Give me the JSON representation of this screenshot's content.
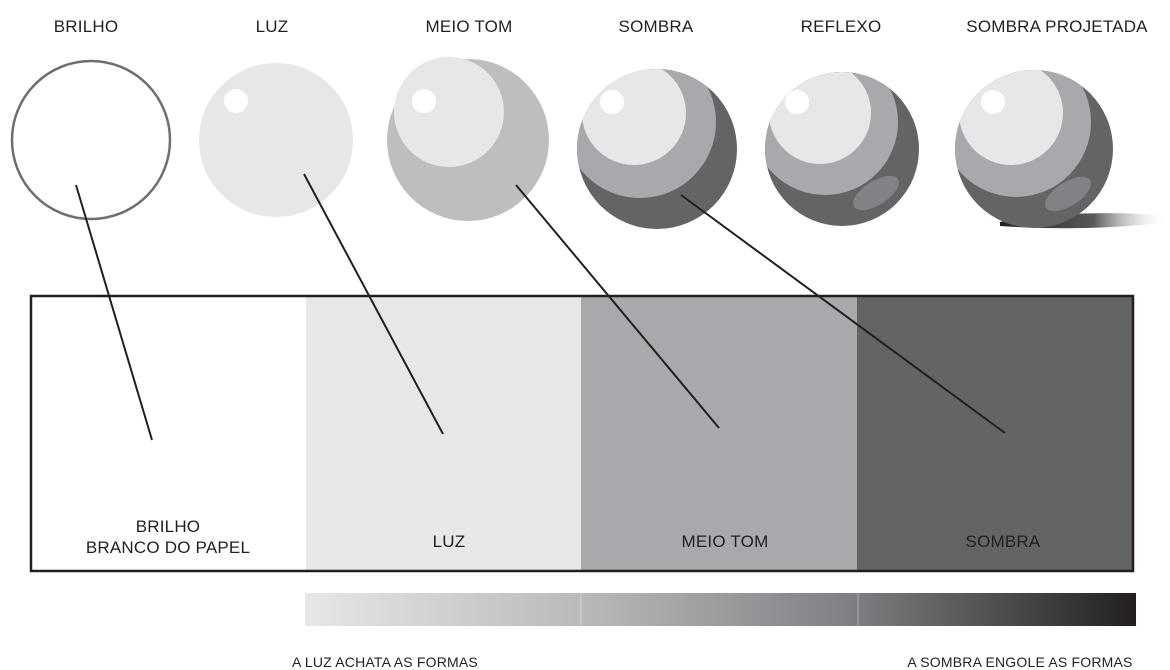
{
  "spheres": [
    {
      "id": "brilho",
      "label": "BRILHO"
    },
    {
      "id": "luz",
      "label": "LUZ"
    },
    {
      "id": "meio-tom",
      "label": "MEIO TOM"
    },
    {
      "id": "sombra",
      "label": "SOMBRA"
    },
    {
      "id": "reflexo",
      "label": "REFLEXO"
    },
    {
      "id": "sombra-projetada",
      "label": "SOMBRA PROJETADA"
    }
  ],
  "panels": [
    {
      "id": "brilho",
      "line1": "BRILHO",
      "line2": "BRANCO DO PAPEL",
      "color": "#ffffff"
    },
    {
      "id": "luz",
      "line1": "LUZ",
      "color": "#e6e7e8"
    },
    {
      "id": "meio-tom",
      "line1": "MEIO TOM",
      "color": "#a7a9ac"
    },
    {
      "id": "sombra",
      "line1": "SOMBRA",
      "color": "#636466"
    }
  ],
  "gradient_bar": {
    "left_caption": "A LUZ ACHATA AS FORMAS",
    "right_caption": "A SOMBRA ENGOLE AS FORMAS",
    "start_color": "#e6e7e8",
    "end_color": "#231f20"
  },
  "colors": {
    "outline": "#231f20",
    "highlight": "#ffffff",
    "light": "#e6e7e8",
    "midtone": "#a7a9ac",
    "shadow": "#636466",
    "reflex": "#808285"
  }
}
